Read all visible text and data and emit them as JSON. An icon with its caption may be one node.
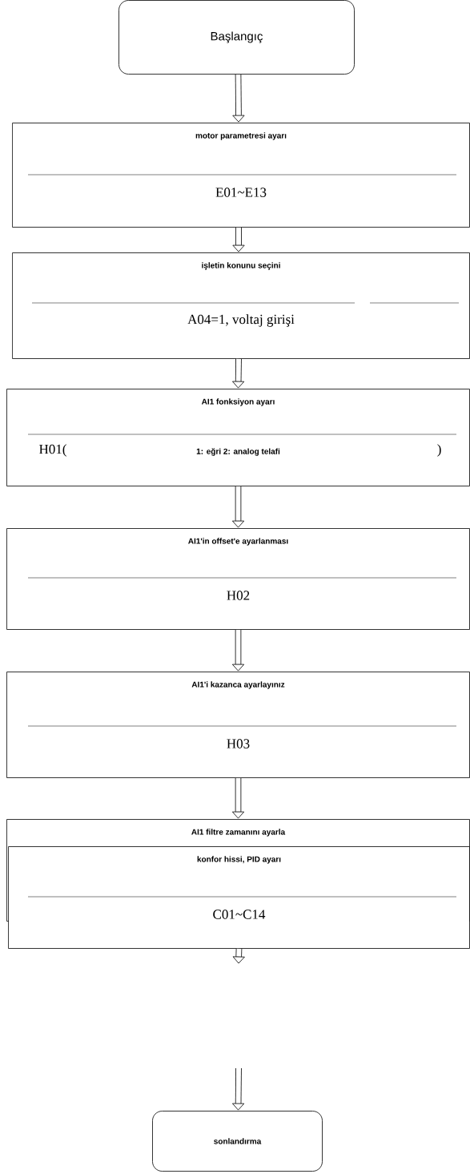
{
  "diagram": {
    "nodes": [
      {
        "text": [
          "Başlangıç"
        ]
      },
      {
        "text": [
          "motor parametresi ayarı",
          "E01~E13"
        ]
      },
      {
        "text": [
          "işletin konunu seçini",
          "A04=1, voltaj girişi"
        ]
      },
      {
        "text": [
          "AI1 fonksiyon ayarı",
          "H01(",
          "1: eğri 2: analog telafi",
          ")"
        ]
      },
      {
        "text": [
          "AI1'in offset'e ayarlanması",
          "H02"
        ]
      },
      {
        "text": [
          "AI1'i kazanca ayarlayınız",
          "H03"
        ]
      },
      {
        "text": [
          "AI1 filtre zamanını ayarla"
        ]
      },
      {
        "text": [
          "konfor hissi, PID ayarı",
          "C01~C14"
        ]
      },
      {
        "text": [
          "sonlandırma"
        ]
      }
    ],
    "edges": [
      {
        "from": 0,
        "to": 1,
        "arrow": "to"
      },
      {
        "from": 1,
        "to": 2,
        "arrow": "to"
      },
      {
        "from": 2,
        "to": 3,
        "arrow": "to"
      },
      {
        "from": 3,
        "to": 4,
        "arrow": "to"
      },
      {
        "from": 4,
        "to": 5,
        "arrow": "to"
      },
      {
        "from": 5,
        "to": 6,
        "arrow": "to"
      },
      {
        "from": 7,
        "to": null,
        "arrow": "to"
      },
      {
        "from": null,
        "to": 8,
        "arrow": "to"
      }
    ]
  }
}
